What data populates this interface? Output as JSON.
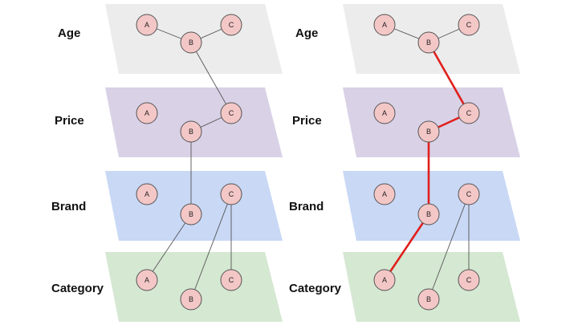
{
  "colors": {
    "age_layer": "#ececec",
    "price_layer": "#d9d1e6",
    "brand_layer": "#c8d8f5",
    "category_layer": "#d5e8d2",
    "node_fill": "#f4c7c7",
    "node_stroke": "#555555",
    "edge": "#555555",
    "highlight_edge": "#e0201c"
  },
  "layers": [
    {
      "label": "Age",
      "nodes": [
        "A",
        "B",
        "C"
      ]
    },
    {
      "label": "Price",
      "nodes": [
        "A",
        "B",
        "C"
      ]
    },
    {
      "label": "Brand",
      "nodes": [
        "A",
        "B",
        "C"
      ]
    },
    {
      "label": "Category",
      "nodes": [
        "A",
        "B",
        "C"
      ]
    }
  ],
  "panels": [
    {
      "labels": [
        "Age",
        "Price",
        "Brand",
        "Category"
      ],
      "edges": [
        {
          "from": "Age.A",
          "to": "Age.B",
          "highlighted": false
        },
        {
          "from": "Age.B",
          "to": "Age.C",
          "highlighted": false
        },
        {
          "from": "Age.B",
          "to": "Price.C",
          "highlighted": false
        },
        {
          "from": "Price.C",
          "to": "Price.B",
          "highlighted": false
        },
        {
          "from": "Price.B",
          "to": "Brand.B",
          "highlighted": false
        },
        {
          "from": "Brand.B",
          "to": "Category.A",
          "highlighted": false
        },
        {
          "from": "Brand.C",
          "to": "Category.B",
          "highlighted": false
        },
        {
          "from": "Brand.C",
          "to": "Category.C",
          "highlighted": false
        }
      ]
    },
    {
      "labels": [
        "Age",
        "Price",
        "Brand",
        "Category"
      ],
      "edges": [
        {
          "from": "Age.A",
          "to": "Age.B",
          "highlighted": false
        },
        {
          "from": "Age.B",
          "to": "Age.C",
          "highlighted": false
        },
        {
          "from": "Age.B",
          "to": "Price.C",
          "highlighted": true
        },
        {
          "from": "Price.C",
          "to": "Price.B",
          "highlighted": true
        },
        {
          "from": "Price.B",
          "to": "Brand.B",
          "highlighted": true
        },
        {
          "from": "Brand.B",
          "to": "Category.A",
          "highlighted": true
        },
        {
          "from": "Brand.C",
          "to": "Category.B",
          "highlighted": false
        },
        {
          "from": "Brand.C",
          "to": "Category.C",
          "highlighted": false
        }
      ]
    }
  ]
}
